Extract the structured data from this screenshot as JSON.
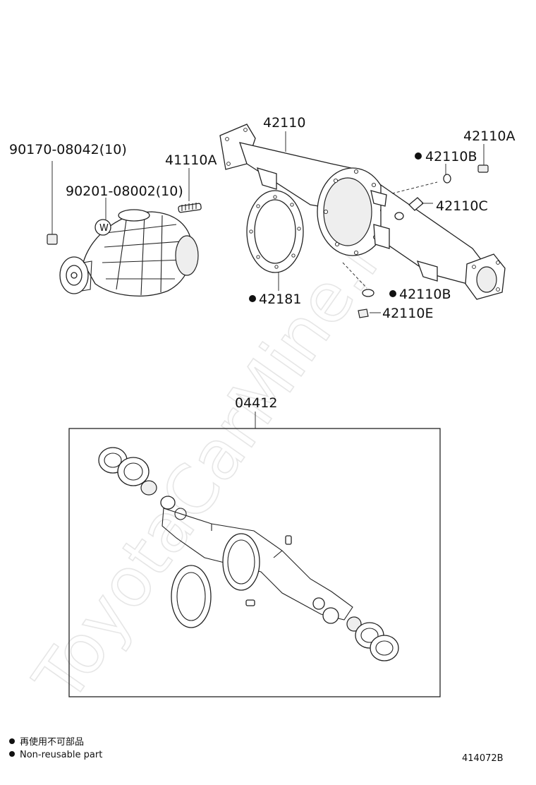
{
  "diagram_code": "414072B",
  "watermark": "ToyotaCarMine.ru",
  "labels": {
    "p90170": "90170-08042(10)",
    "p90201": "90201-08002(10)",
    "p41110A": "41110A",
    "p42110": "42110",
    "p42110A": "42110A",
    "p42110B_top": "42110B",
    "p42110C": "42110C",
    "p42181": "42181",
    "p42110B_bottom": "42110B",
    "p42110E": "42110E",
    "p04412": "04412",
    "washer_mark": "W"
  },
  "legend": {
    "line1": "再使用不可部品",
    "line2": "Non-reusable part"
  }
}
